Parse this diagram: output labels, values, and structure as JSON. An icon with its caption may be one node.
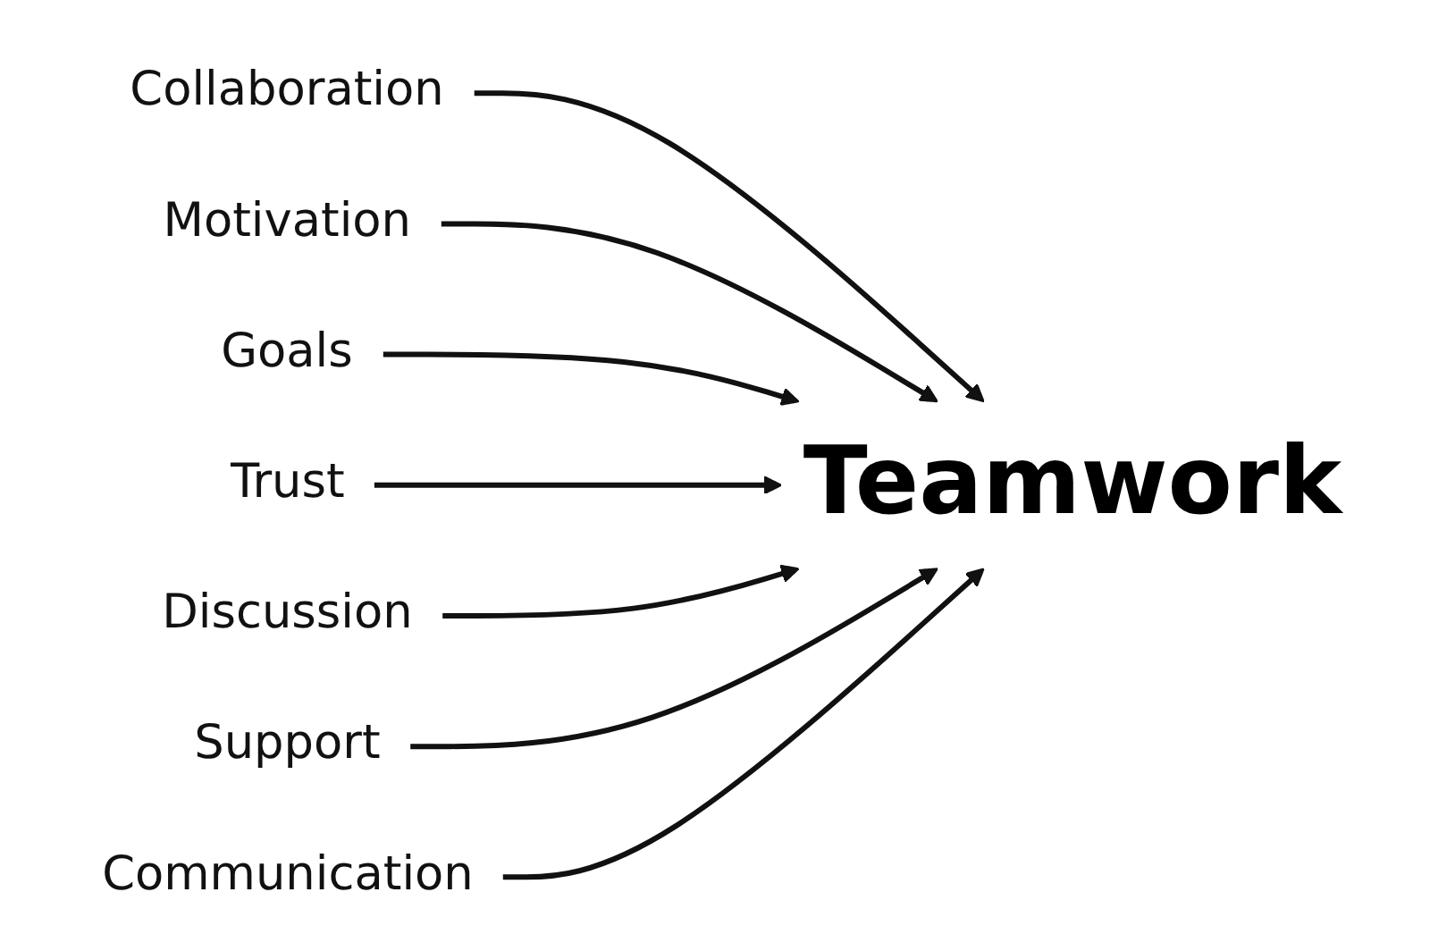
{
  "diagram": {
    "nodes": [
      {
        "text": [
          "Collaboration"
        ]
      },
      {
        "text": [
          "Motivation"
        ]
      },
      {
        "text": [
          "Goals"
        ]
      },
      {
        "text": [
          "Trust"
        ]
      },
      {
        "text": [
          "Teamwork"
        ]
      },
      {
        "text": [
          "Discussion"
        ]
      },
      {
        "text": [
          "Support"
        ]
      },
      {
        "text": [
          "Communication"
        ]
      }
    ],
    "edges": [
      {
        "from": 0,
        "to": 4,
        "arrow": "to"
      },
      {
        "from": 1,
        "to": 4,
        "arrow": "to"
      },
      {
        "from": 2,
        "to": 4,
        "arrow": "to"
      },
      {
        "from": 3,
        "to": 4,
        "arrow": "to"
      },
      {
        "from": 5,
        "to": 4,
        "arrow": "to"
      },
      {
        "from": 6,
        "to": 4,
        "arrow": "to"
      },
      {
        "from": 7,
        "to": 4,
        "arrow": "to"
      }
    ]
  }
}
